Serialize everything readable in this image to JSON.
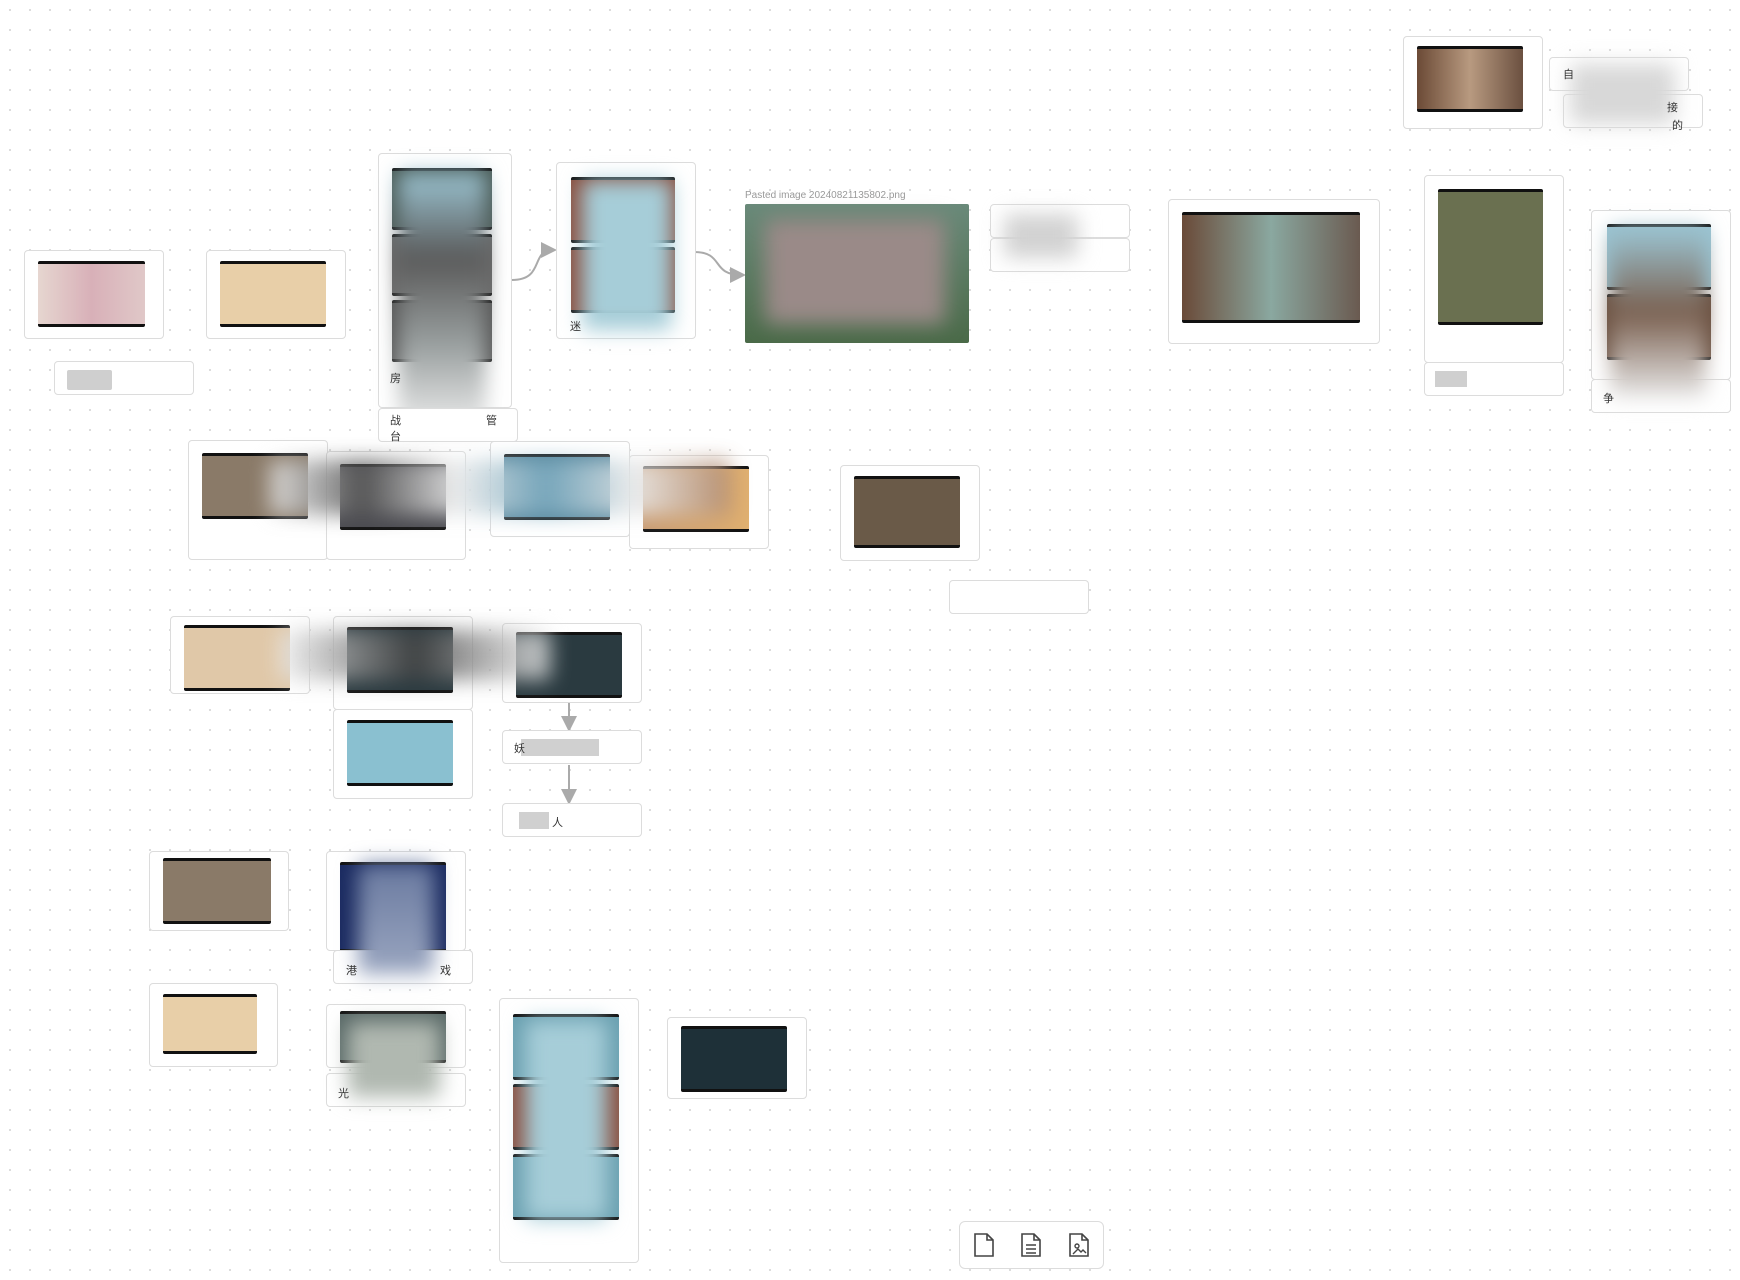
{
  "canvas": {
    "pasted_caption": "Pasted image 20240821135802.png",
    "labels": {
      "top_right_a": "自",
      "top_right_b": "接",
      "top_right_c": "的",
      "col3_label_a": "房",
      "col3_label_b": "战",
      "col3_label_c": "管",
      "col3_label_d": "台",
      "col4_label": "迷",
      "right2_label": "",
      "right3_label": "争",
      "mid_label_1": "妖",
      "mid_label_2": "人",
      "bottom_label_1a": "港",
      "bottom_label_1b": "戏",
      "bottom_label_2": "光"
    }
  },
  "toolbar": {
    "items": [
      {
        "icon": "new-note-icon",
        "title": "New note"
      },
      {
        "icon": "new-document-icon",
        "title": "Add note from vault"
      },
      {
        "icon": "add-media-icon",
        "title": "Add media from vault"
      }
    ]
  }
}
